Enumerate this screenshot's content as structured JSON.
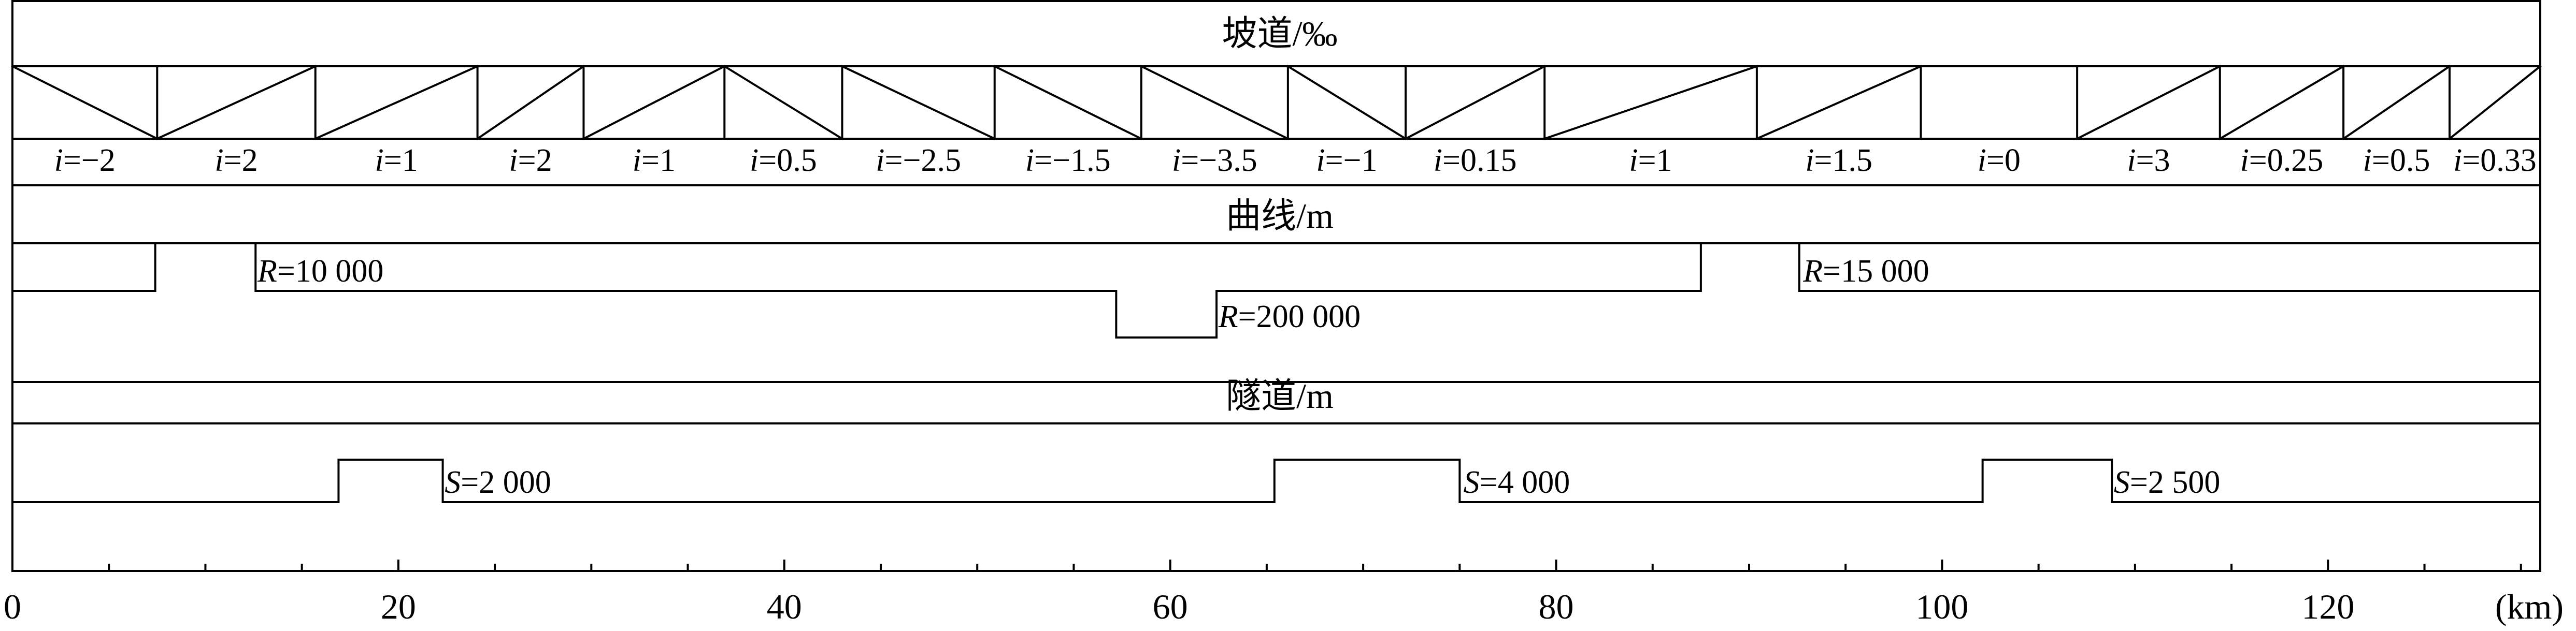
{
  "axis": {
    "min": 0,
    "max": 131,
    "ticks": [
      0,
      20,
      40,
      60,
      80,
      100,
      120
    ],
    "unit": "(km)"
  },
  "gradient": {
    "title": "坡道/‰",
    "segments": [
      {
        "start": 0,
        "end": 7.5,
        "value": "−2",
        "dir": "down"
      },
      {
        "start": 7.5,
        "end": 15.7,
        "value": "2",
        "dir": "up"
      },
      {
        "start": 15.7,
        "end": 24.1,
        "value": "1",
        "dir": "up"
      },
      {
        "start": 24.1,
        "end": 29.6,
        "value": "2",
        "dir": "up"
      },
      {
        "start": 29.6,
        "end": 36.9,
        "value": "1",
        "dir": "up"
      },
      {
        "start": 36.9,
        "end": 43.0,
        "value": "0.5",
        "dir": "down"
      },
      {
        "start": 43.0,
        "end": 50.9,
        "value": "−2.5",
        "dir": "down"
      },
      {
        "start": 50.9,
        "end": 58.5,
        "value": "−1.5",
        "dir": "down"
      },
      {
        "start": 58.5,
        "end": 66.1,
        "value": "−3.5",
        "dir": "down"
      },
      {
        "start": 66.1,
        "end": 72.2,
        "value": "−1",
        "dir": "down"
      },
      {
        "start": 72.2,
        "end": 79.4,
        "value": "0.15",
        "dir": "up"
      },
      {
        "start": 79.4,
        "end": 90.4,
        "value": "1",
        "dir": "up"
      },
      {
        "start": 90.4,
        "end": 98.9,
        "value": "1.5",
        "dir": "up"
      },
      {
        "start": 98.9,
        "end": 107.0,
        "value": "0",
        "dir": "flat"
      },
      {
        "start": 107.0,
        "end": 114.4,
        "value": "3",
        "dir": "up"
      },
      {
        "start": 114.4,
        "end": 120.8,
        "value": "0.25",
        "dir": "up"
      },
      {
        "start": 120.8,
        "end": 126.3,
        "value": "0.5",
        "dir": "up"
      },
      {
        "start": 126.3,
        "end": 131,
        "value": "0.33",
        "dir": "up"
      }
    ]
  },
  "curve": {
    "title": "曲线/m",
    "items": [
      {
        "start": 7.4,
        "end": 12.6,
        "side": "high",
        "label_var": "R",
        "label_value": "=10 000",
        "label_km": 12.7
      },
      {
        "start": 57.2,
        "end": 62.4,
        "side": "low",
        "label_var": "R",
        "label_value": "=200 000",
        "label_km": 62.5
      },
      {
        "start": 87.5,
        "end": 92.6,
        "side": "high",
        "label_var": "R",
        "label_value": "=15 000",
        "label_km": 92.8
      }
    ]
  },
  "tunnel": {
    "title": "隧道/m",
    "items": [
      {
        "start": 16.9,
        "end": 22.3,
        "label_var": "S",
        "label_value": "=2 000",
        "label_km": 22.4
      },
      {
        "start": 65.4,
        "end": 75.0,
        "label_var": "S",
        "label_value": "=4 000",
        "label_km": 75.2
      },
      {
        "start": 102.1,
        "end": 108.8,
        "label_var": "S",
        "label_value": "=2 500",
        "label_km": 108.9
      }
    ]
  }
}
